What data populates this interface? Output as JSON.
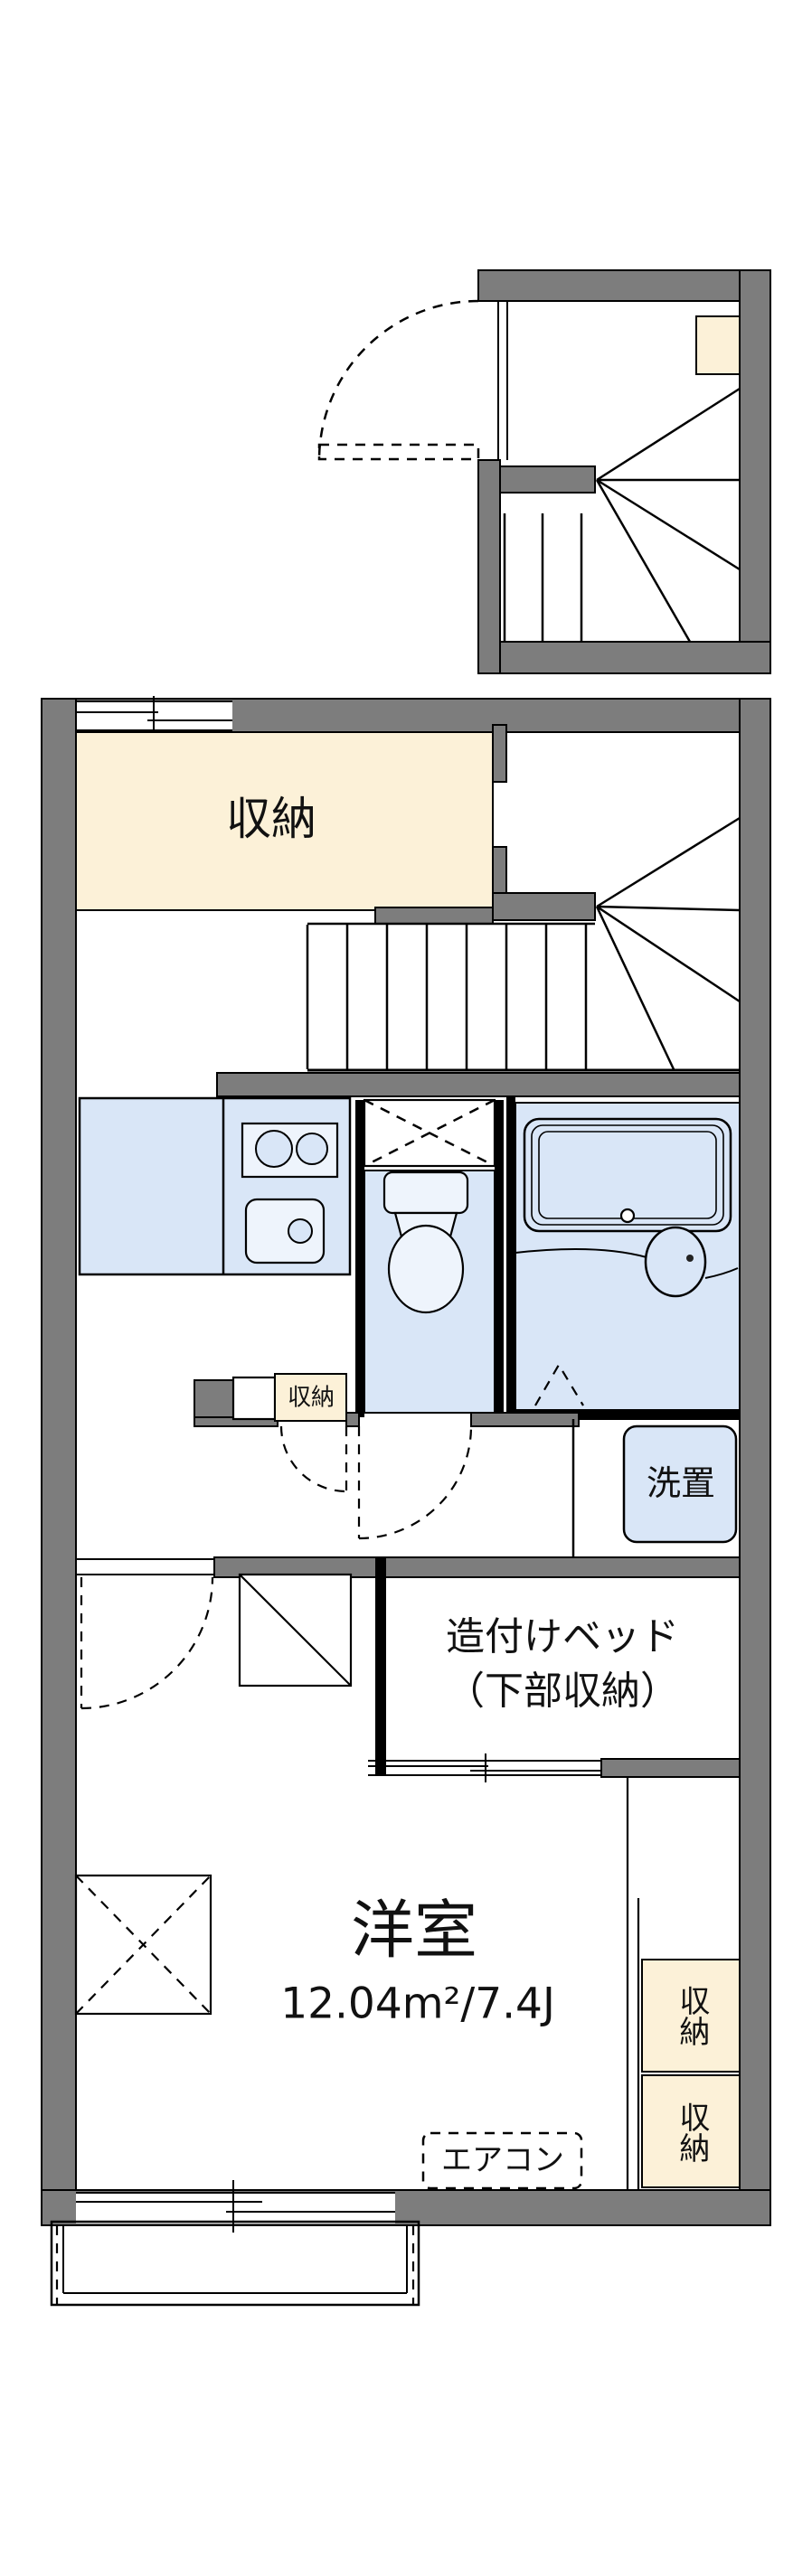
{
  "plan": {
    "type": "floorplan",
    "labels": {
      "storage_main": "収納",
      "storage_small": "収納",
      "laundry": "洗置",
      "bed_line1": "造付けベッド",
      "bed_line2": "（下部収納）",
      "room_name": "洋室",
      "room_size": "12.04m²/7.4J",
      "aircon": "エアコン",
      "storage_right_top": "収納",
      "storage_right_bottom": "収納"
    },
    "rooms": [
      {
        "name": "洋室",
        "area_m2": "12.04",
        "area_jo": "7.4J"
      }
    ],
    "features": [
      "収納",
      "収納",
      "洗置",
      "造付けベッド（下部収納）",
      "エアコン",
      "収納",
      "収納"
    ]
  },
  "colors": {
    "wall": "#7d7d7d",
    "cream": "#fcf1d8",
    "blue": "#d9e6f7",
    "blue2": "#dce9fb",
    "line": "#000000"
  }
}
